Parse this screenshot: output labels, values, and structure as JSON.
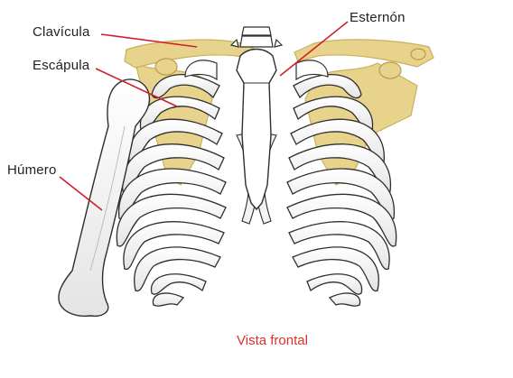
{
  "labels": {
    "clavicula": "Clavícula",
    "escapula": "Escápula",
    "humero": "Húmero",
    "esternon": "Esternón"
  },
  "caption": "Vista frontal",
  "colors": {
    "bone_fill": "#ffffff",
    "bone_stroke": "#2e2e2e",
    "bone_shade": "#dcdcdc",
    "yellow_bone": "#e8d38c",
    "yellow_stroke": "#c9b05a",
    "leader_line": "#d21e2a",
    "caption": "#d9322b"
  }
}
